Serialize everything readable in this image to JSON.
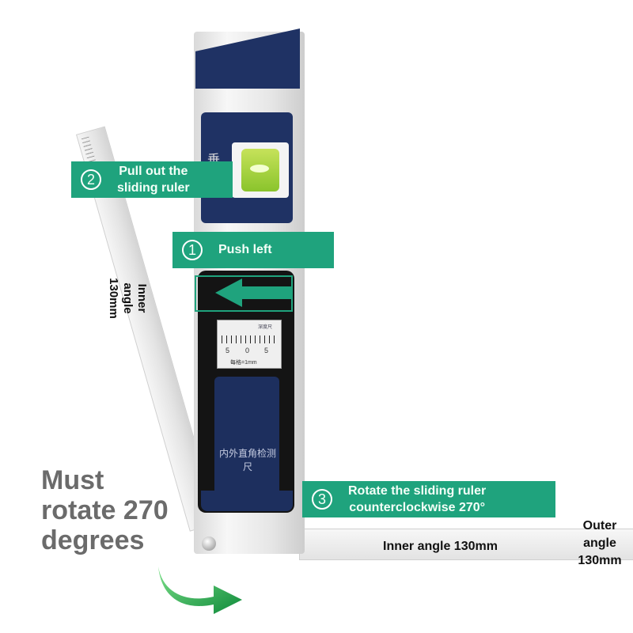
{
  "steps": [
    {
      "number": "1",
      "text": "Push left"
    },
    {
      "number": "2",
      "text_line1": "Pull out the",
      "text_line2": "sliding ruler"
    },
    {
      "number": "3",
      "text_line1": "Rotate the sliding ruler",
      "text_line2": "counterclockwise 270°"
    }
  ],
  "headline": {
    "line1": "Must",
    "line2": "rotate 270",
    "line3": "degrees"
  },
  "labels": {
    "inner_vertical_line1": "Inner",
    "inner_vertical_line2": "angle",
    "inner_vertical_line3": "130mm",
    "inner_horizontal": "Inner angle 130mm",
    "outer_line1": "Outer",
    "outer_line2": "angle",
    "outer_line3": "130mm"
  },
  "device": {
    "level_char": "垂",
    "gauge_top": "深度尺",
    "gauge_numbers": [
      "5",
      "0",
      "5"
    ],
    "gauge_bottom": "每格=1mm",
    "panel_text": "内外直角检测尺"
  },
  "colors": {
    "accent": "#1fa37d",
    "navy": "#1f3264",
    "headline": "#6b6b6b"
  }
}
